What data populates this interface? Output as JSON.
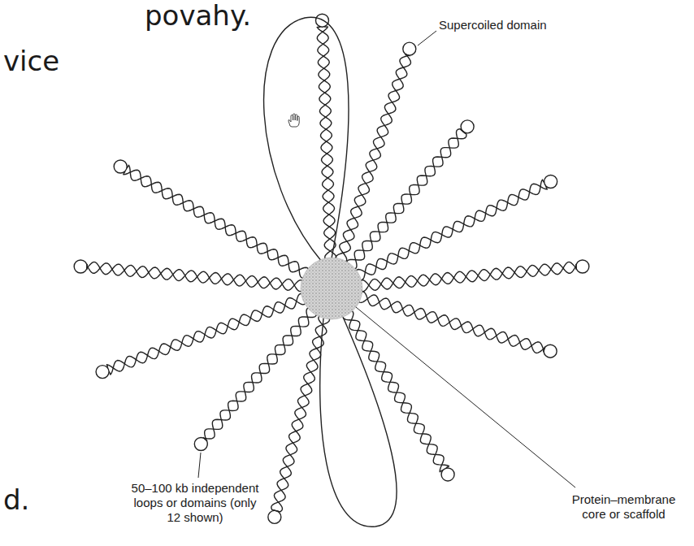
{
  "diagram": {
    "labels": [
      "povahy.",
      "vice",
      "Supercoiled domain",
      "d.",
      "50–100 kb independent loops or domains (only 12 shown)",
      "Protein–membrane core or scaffold"
    ]
  }
}
